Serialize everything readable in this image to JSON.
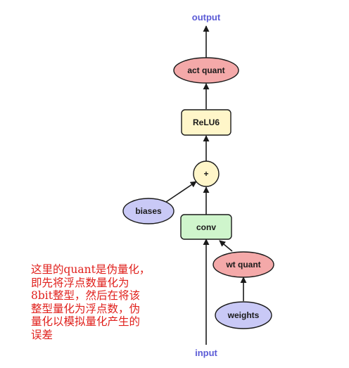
{
  "colors": {
    "accent_text": "#5b5bd6",
    "quant_fill": "#f4a9a9",
    "op_fill": "#fff6c9",
    "conv_fill": "#cff5cc",
    "param_fill": "#c9c9f6",
    "note_text": "#e0201c",
    "stroke": "#1a1a1a"
  },
  "diagram": {
    "output_label": "output",
    "input_label": "input",
    "act_quant_label": "act quant",
    "relu6_label": "ReLU6",
    "add_label": "+",
    "biases_label": "biases",
    "conv_label": "conv",
    "wt_quant_label": "wt quant",
    "weights_label": "weights"
  },
  "note": {
    "text": "这里的quant是伪量化，\n即先将浮点数量化为\n8bit整型，然后在将该\n整型量化为浮点数，伪\n量化以模拟量化产生的\n误差"
  }
}
